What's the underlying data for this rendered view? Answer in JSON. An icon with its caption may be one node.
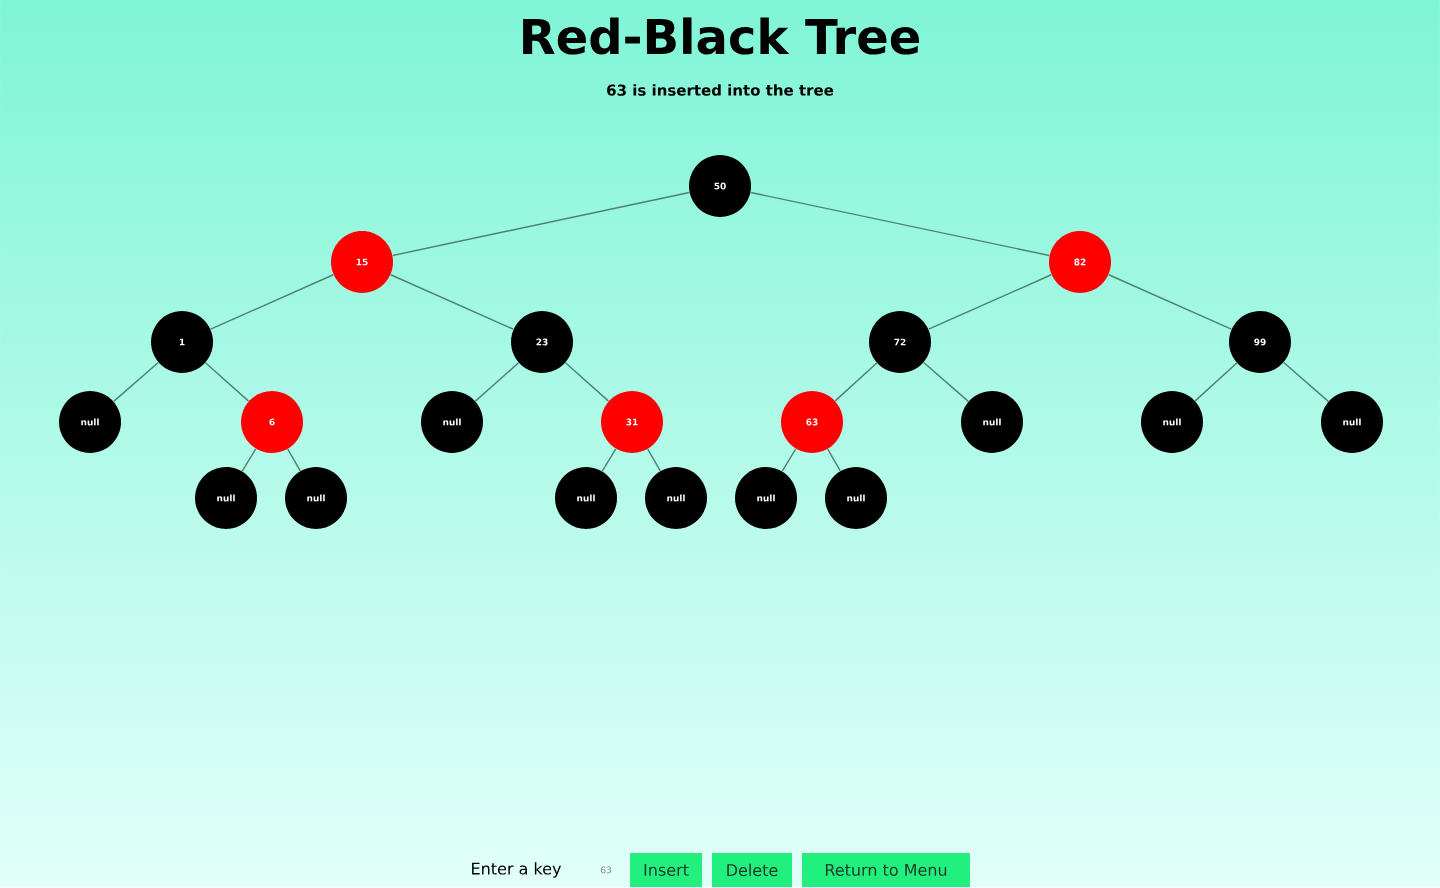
{
  "diagram": {
    "title": "Red-Black Tree",
    "nodes": [
      {
        "text": [
          "50"
        ]
      },
      {
        "text": [
          "15"
        ]
      },
      {
        "text": [
          "82"
        ]
      },
      {
        "text": [
          "1"
        ]
      },
      {
        "text": [
          "23"
        ]
      },
      {
        "text": [
          "72"
        ]
      },
      {
        "text": [
          "99"
        ]
      },
      {
        "text": [
          "null"
        ]
      },
      {
        "text": [
          "6"
        ]
      },
      {
        "text": [
          "null"
        ]
      },
      {
        "text": [
          "31"
        ]
      },
      {
        "text": [
          "63"
        ]
      },
      {
        "text": [
          "null"
        ]
      },
      {
        "text": [
          "null"
        ]
      },
      {
        "text": [
          "null"
        ]
      },
      {
        "text": [
          "null"
        ]
      },
      {
        "text": [
          "null"
        ]
      },
      {
        "text": [
          "null"
        ]
      },
      {
        "text": [
          "null"
        ]
      },
      {
        "text": [
          "null"
        ]
      },
      {
        "text": [
          "null"
        ]
      }
    ],
    "edges": [
      {
        "from": 0,
        "to": 1,
        "arrow": "none"
      },
      {
        "from": 0,
        "to": 2,
        "arrow": "none"
      },
      {
        "from": 1,
        "to": 3,
        "arrow": "none"
      },
      {
        "from": 1,
        "to": 4,
        "arrow": "none"
      },
      {
        "from": 2,
        "to": 5,
        "arrow": "none"
      },
      {
        "from": 2,
        "to": 6,
        "arrow": "none"
      },
      {
        "from": 3,
        "to": 7,
        "arrow": "none"
      },
      {
        "from": 3,
        "to": 8,
        "arrow": "none"
      },
      {
        "from": 4,
        "to": 9,
        "arrow": "none"
      },
      {
        "from": 4,
        "to": 10,
        "arrow": "none"
      },
      {
        "from": 5,
        "to": 11,
        "arrow": "none"
      },
      {
        "from": 5,
        "to": 12,
        "arrow": "none"
      },
      {
        "from": 6,
        "to": 13,
        "arrow": "none"
      },
      {
        "from": 6,
        "to": 14,
        "arrow": "none"
      },
      {
        "from": 8,
        "to": 15,
        "arrow": "none"
      },
      {
        "from": 8,
        "to": 16,
        "arrow": "none"
      },
      {
        "from": 10,
        "to": 17,
        "arrow": "none"
      },
      {
        "from": 10,
        "to": 18,
        "arrow": "none"
      },
      {
        "from": 11,
        "to": 19,
        "arrow": "none"
      },
      {
        "from": 11,
        "to": 20,
        "arrow": "none"
      }
    ],
    "labels": [
      "63 is inserted into the tree",
      "Enter a key",
      "63",
      "Insert",
      "Delete",
      "Return to Menu"
    ]
  }
}
